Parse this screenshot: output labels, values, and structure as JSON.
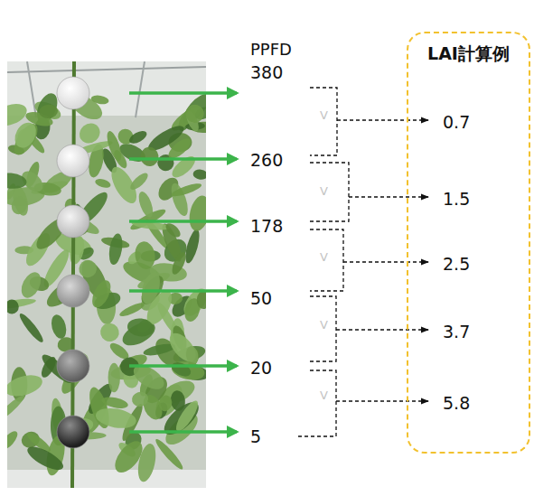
{
  "diagram": {
    "nodes": [
      {
        "text": [
          "LAI計算例",
          "0.7",
          "1.5",
          "2.5",
          "3.7",
          "5.8"
        ]
      }
    ],
    "labels": [
      "PPFD",
      "380",
      "V",
      "260",
      "V",
      "178",
      "V",
      "50",
      "V",
      "20",
      "V",
      "5"
    ]
  }
}
